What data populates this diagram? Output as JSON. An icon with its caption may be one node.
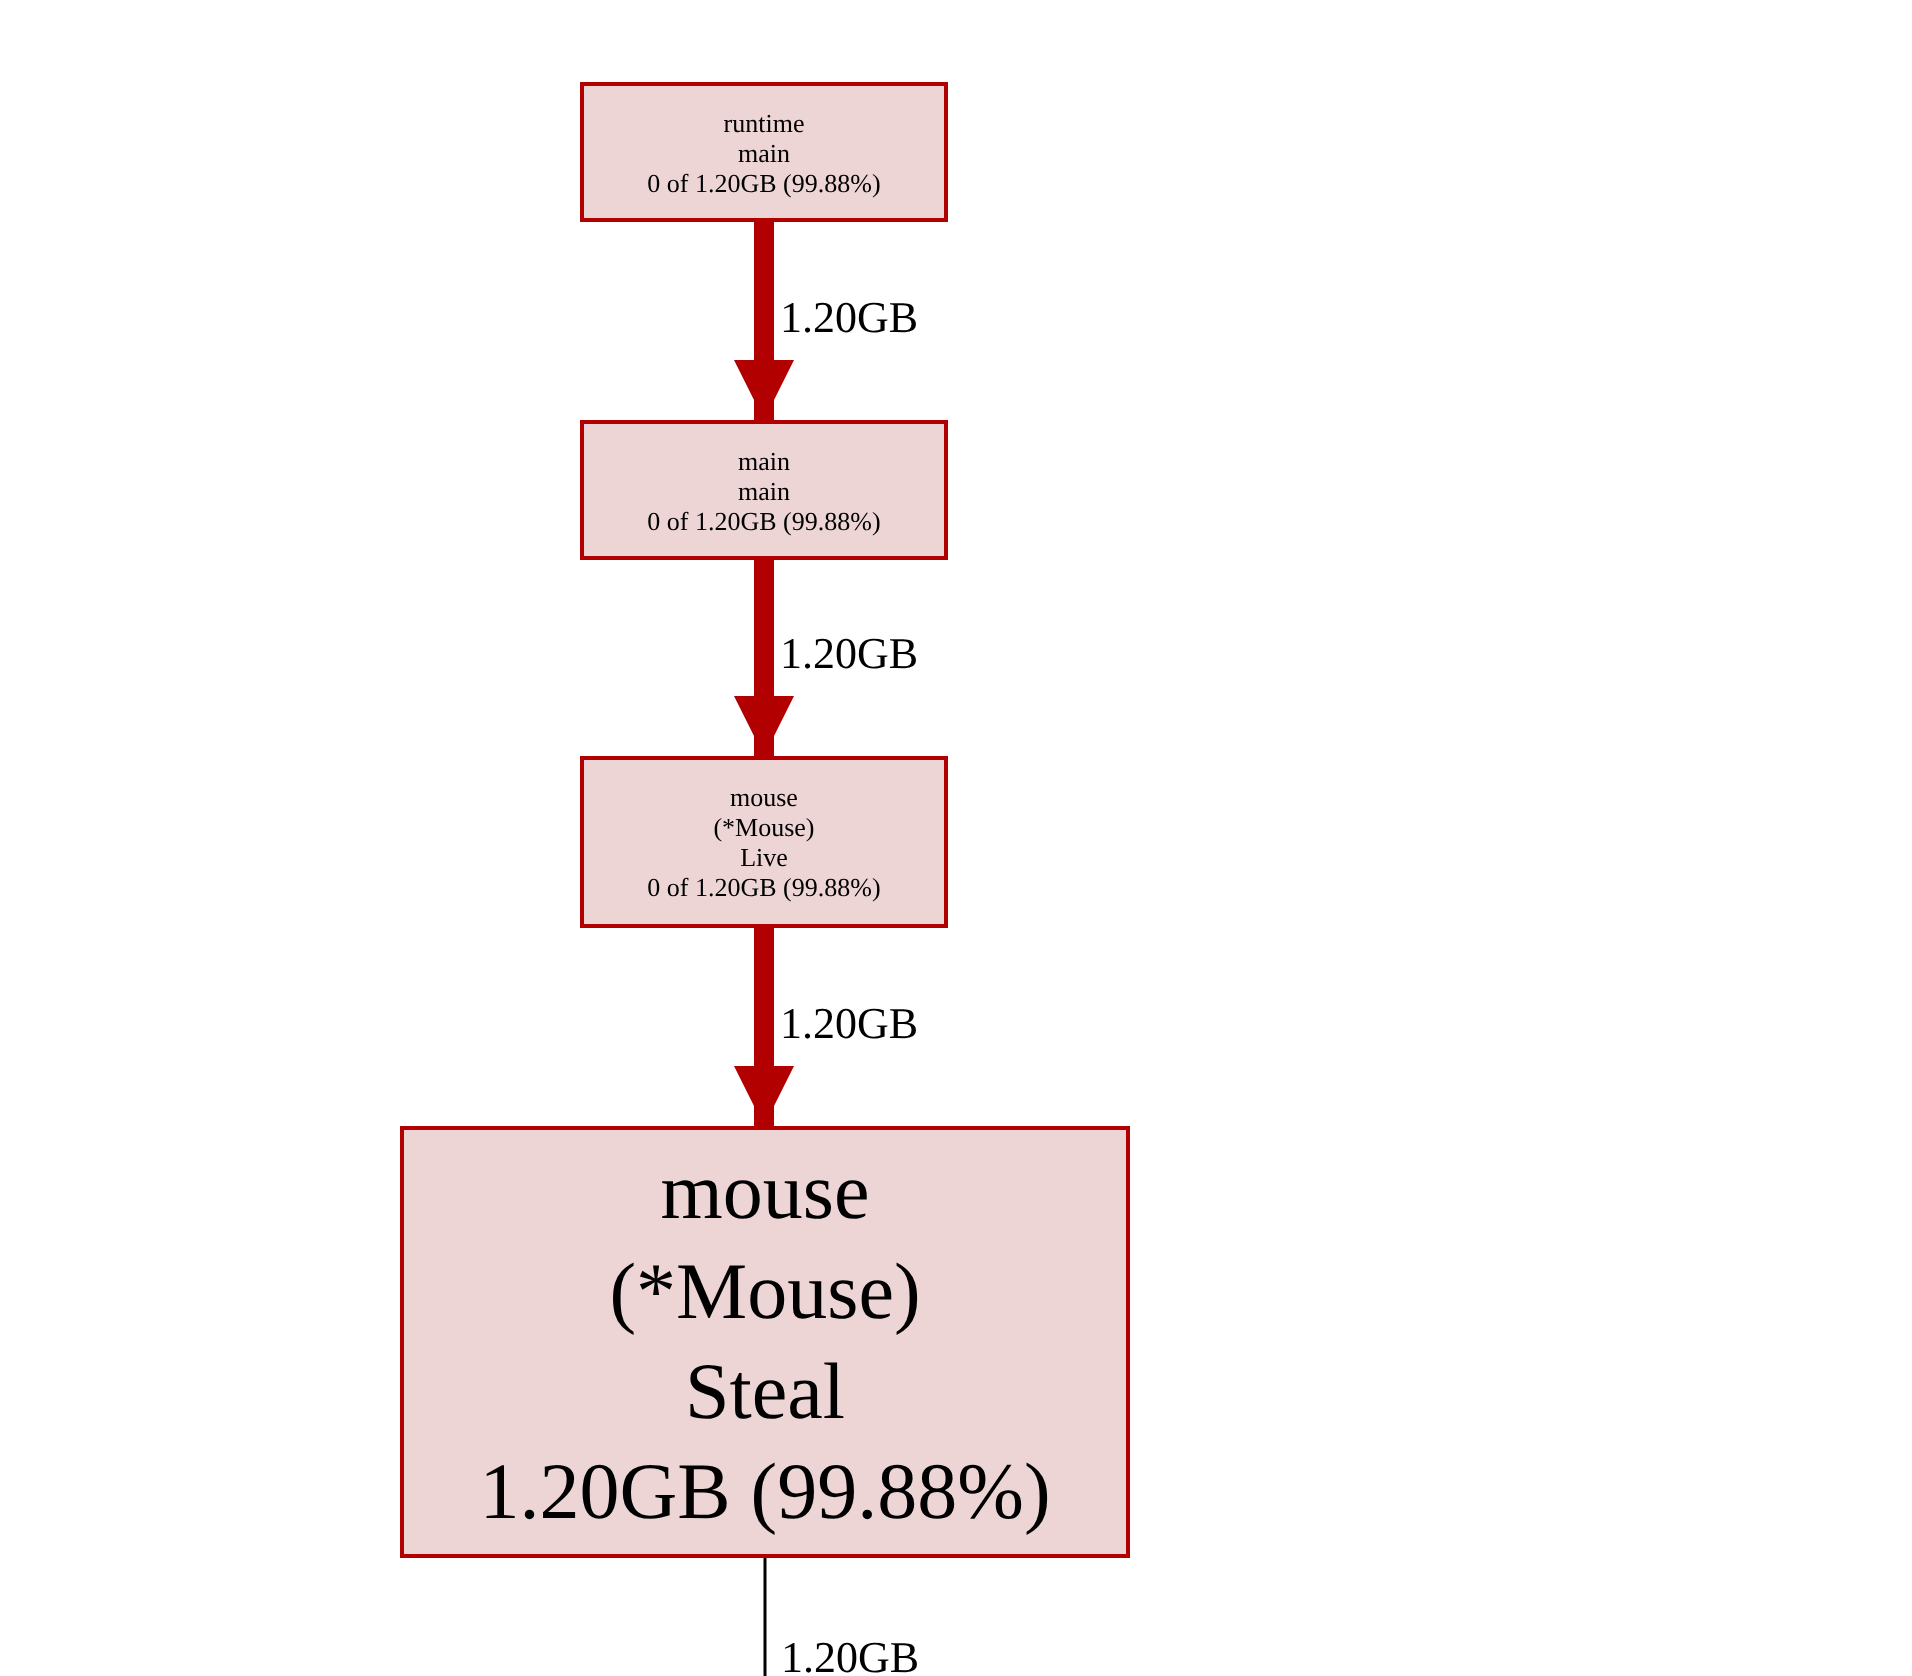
{
  "diagram": {
    "nodes": [
      {
        "text": [
          "runtime",
          "main",
          "0 of 1.20GB (99.88%)"
        ]
      },
      {
        "text": [
          "main",
          "main",
          "0 of 1.20GB (99.88%)"
        ]
      },
      {
        "text": [
          "mouse",
          "(*Mouse)",
          "Live",
          "0 of 1.20GB (99.88%)"
        ]
      },
      {
        "text": [
          "mouse",
          "(*Mouse)",
          "Steal",
          "1.20GB (99.88%)"
        ]
      }
    ],
    "edges": [
      {
        "from": 0,
        "to": 1,
        "arrow": "to",
        "label": "1.20GB"
      },
      {
        "from": 1,
        "to": 2,
        "arrow": "to",
        "label": "1.20GB"
      },
      {
        "from": 2,
        "to": 3,
        "arrow": "to",
        "label": "1.20GB"
      },
      {
        "from": 3,
        "to": null,
        "arrow": "none",
        "label": "1.20GB",
        "color": "#000000"
      }
    ]
  }
}
